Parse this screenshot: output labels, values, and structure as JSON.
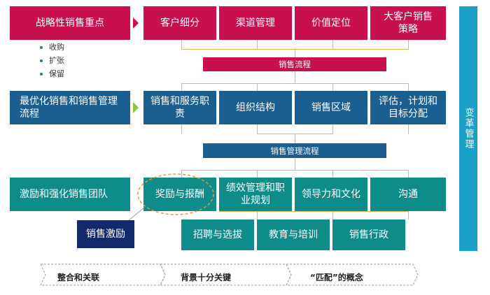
{
  "row1": {
    "left_label": "战略性销售重点",
    "bullets": [
      "收购",
      "扩张",
      "保留"
    ],
    "boxes": [
      "客户细分",
      "渠道管理",
      "价值定位",
      "大客户销售\n策略"
    ],
    "bar": "销售流程"
  },
  "row2": {
    "left_label": "最优化销售和销售管理\n流程",
    "boxes": [
      "销售和服务职\n责",
      "组织结构",
      "销售区域",
      "评估，计划和\n目标分配"
    ],
    "bar": "销售管理流程"
  },
  "row3": {
    "left_label": "激励和强化销售团队",
    "boxes": [
      "奖励与报酬",
      "绩效管理和职\n业规划",
      "领导力和文化",
      "沟通"
    ],
    "sub_boxes": [
      "招聘与选拔",
      "教育与培训",
      "销售行政"
    ],
    "callout": "销售激励"
  },
  "side_label": "变革管理",
  "footer": [
    "整合和关联",
    "背景十分关键",
    "“匹配”的概念"
  ],
  "colors": {
    "magenta": "#c8104f",
    "blue": "#1b5f91",
    "teal": "#0e8c8a",
    "navy": "#102a6b",
    "connector": "#f0b455",
    "side": "#1aa0c6",
    "dashed_circle": "#e8963a"
  }
}
